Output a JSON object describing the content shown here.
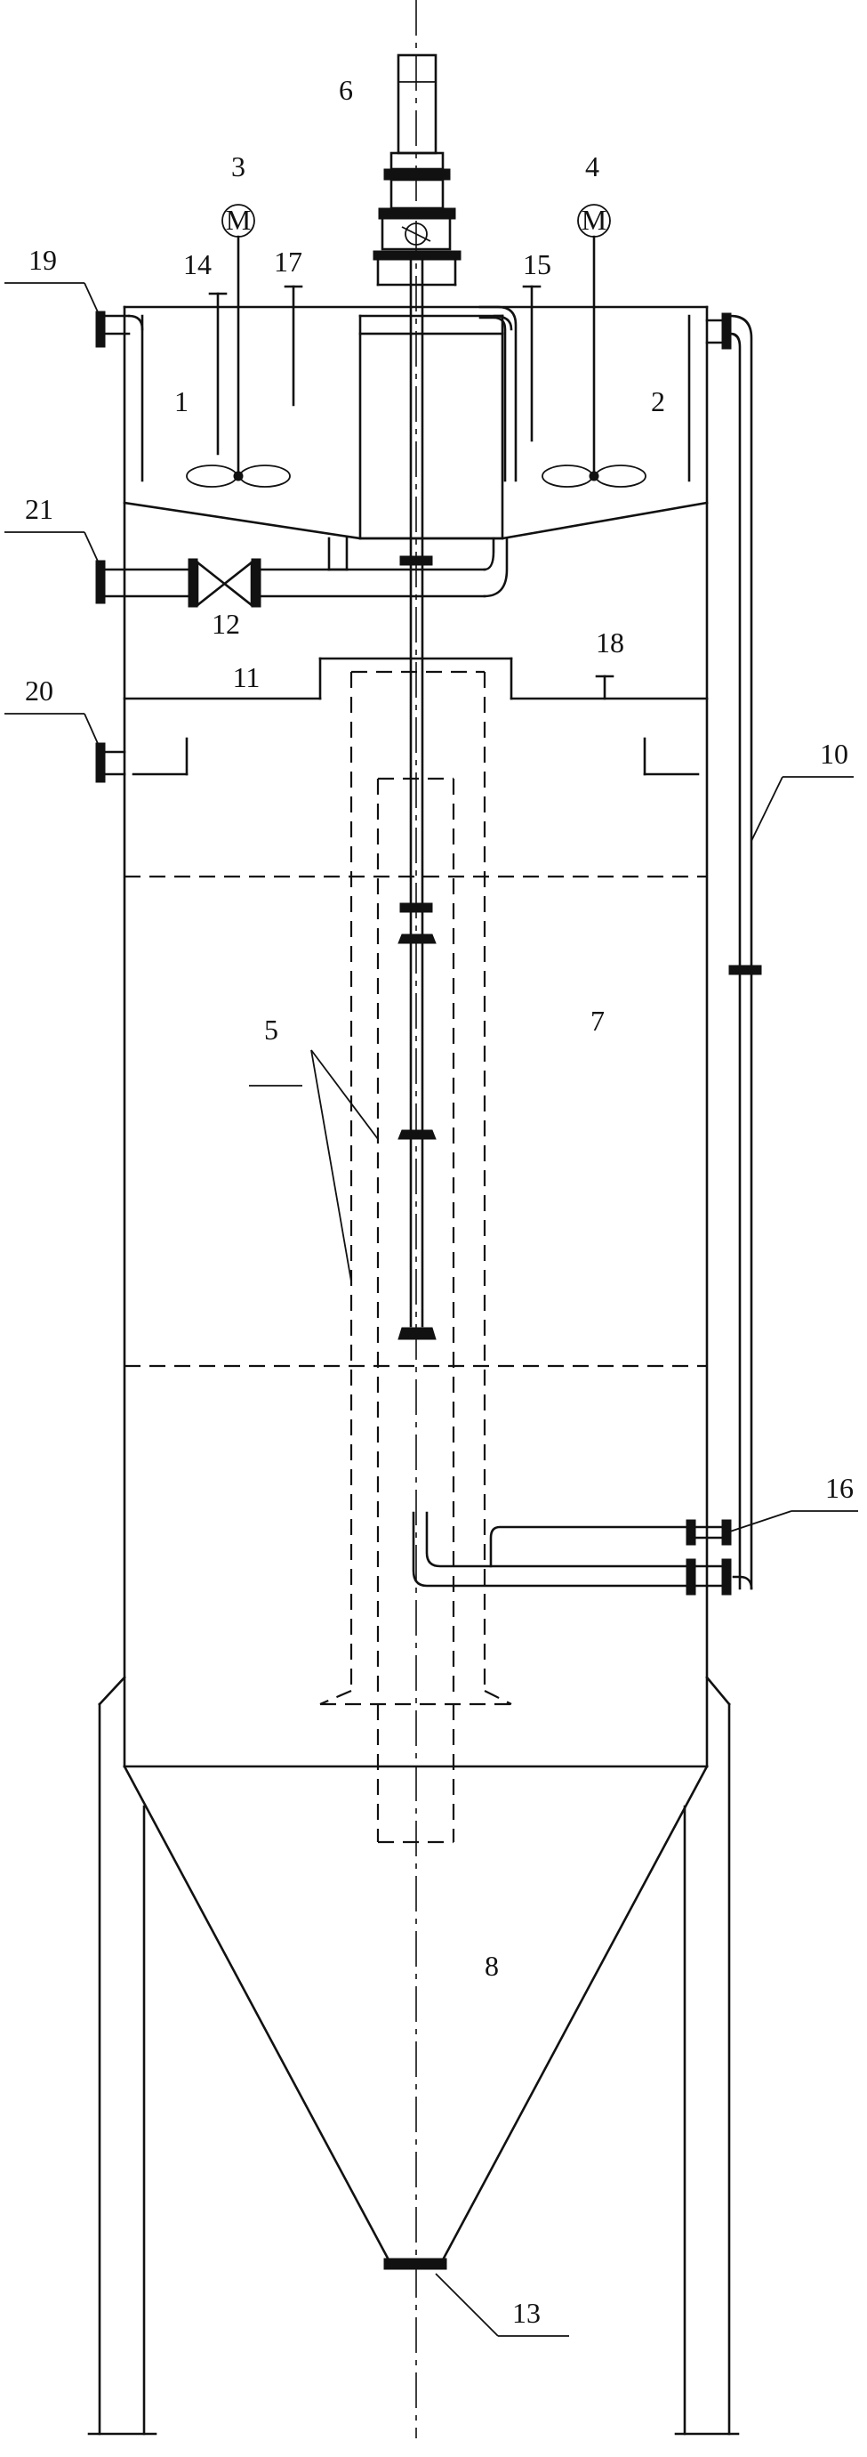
{
  "labels": {
    "l1": "1",
    "l2": "2",
    "l3": "3",
    "l4": "4",
    "l5": "5",
    "l6": "6",
    "l7": "7",
    "l8": "8",
    "l10": "10",
    "l11": "11",
    "l12": "12",
    "l13": "13",
    "l14": "14",
    "l15": "15",
    "l16": "16",
    "l17": "17",
    "l18": "18",
    "l19": "19",
    "l20": "20",
    "l21": "21",
    "motor": "M"
  }
}
